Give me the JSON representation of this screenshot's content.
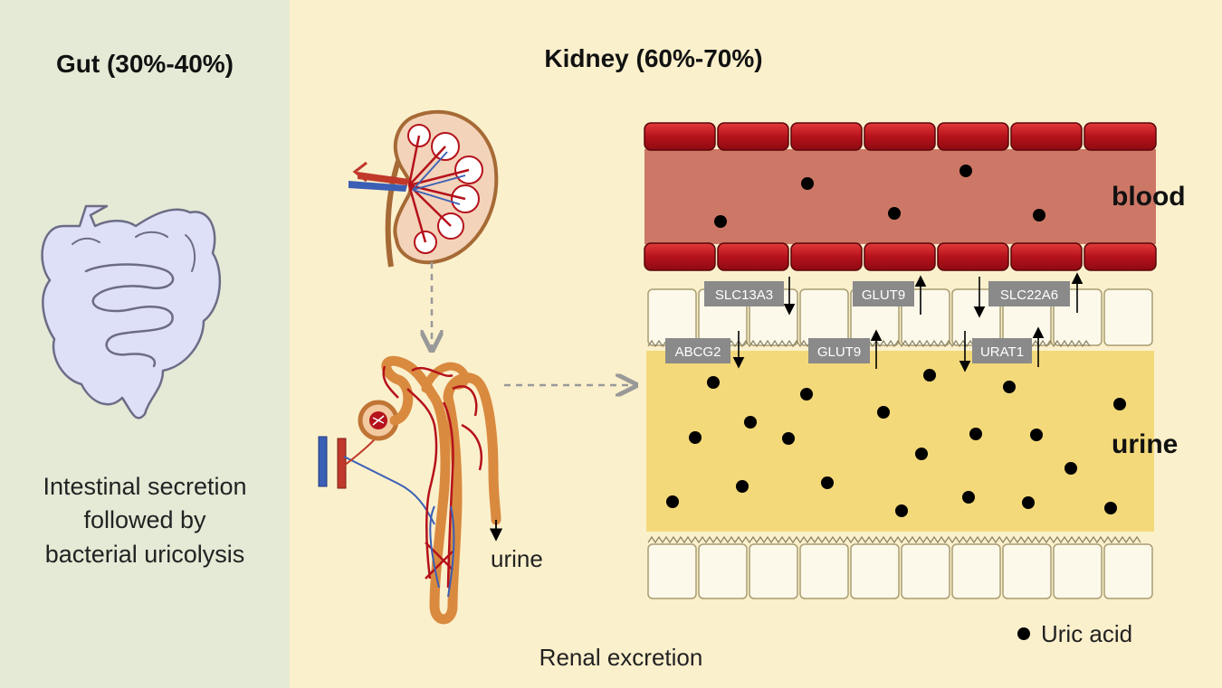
{
  "gut": {
    "title": "Gut (30%-40%)",
    "description_lines": [
      "Intestinal secretion",
      "followed by",
      "bacterial uricolysis"
    ]
  },
  "kidney": {
    "title": "Kidney (60%-70%)",
    "urine_label": "urine",
    "footer": "Renal excretion"
  },
  "vessel": {
    "blood_label": "blood",
    "urine_label": "urine"
  },
  "transporters": {
    "top_row": [
      {
        "name": "SLC13A3",
        "direction": "down"
      },
      {
        "name": "GLUT9",
        "direction": "up"
      },
      {
        "name": "SLC22A6",
        "direction": "up"
      }
    ],
    "bottom_row": [
      {
        "name": "ABCG2",
        "direction": "down"
      },
      {
        "name": "GLUT9",
        "direction": "up"
      },
      {
        "name": "URAT1",
        "direction": "up"
      }
    ],
    "free_arrow": {
      "direction": "down"
    }
  },
  "legend": {
    "uric_acid": "Uric acid"
  },
  "colors": {
    "gut_panel": "#e4ead6",
    "kidney_panel": "#fbf0cc",
    "blood": "#cd7766",
    "red_cell": "#b5121b",
    "urine_zone": "#f3d97a",
    "label_box": "#8a8a8a",
    "intestine": "#dee0f7"
  }
}
